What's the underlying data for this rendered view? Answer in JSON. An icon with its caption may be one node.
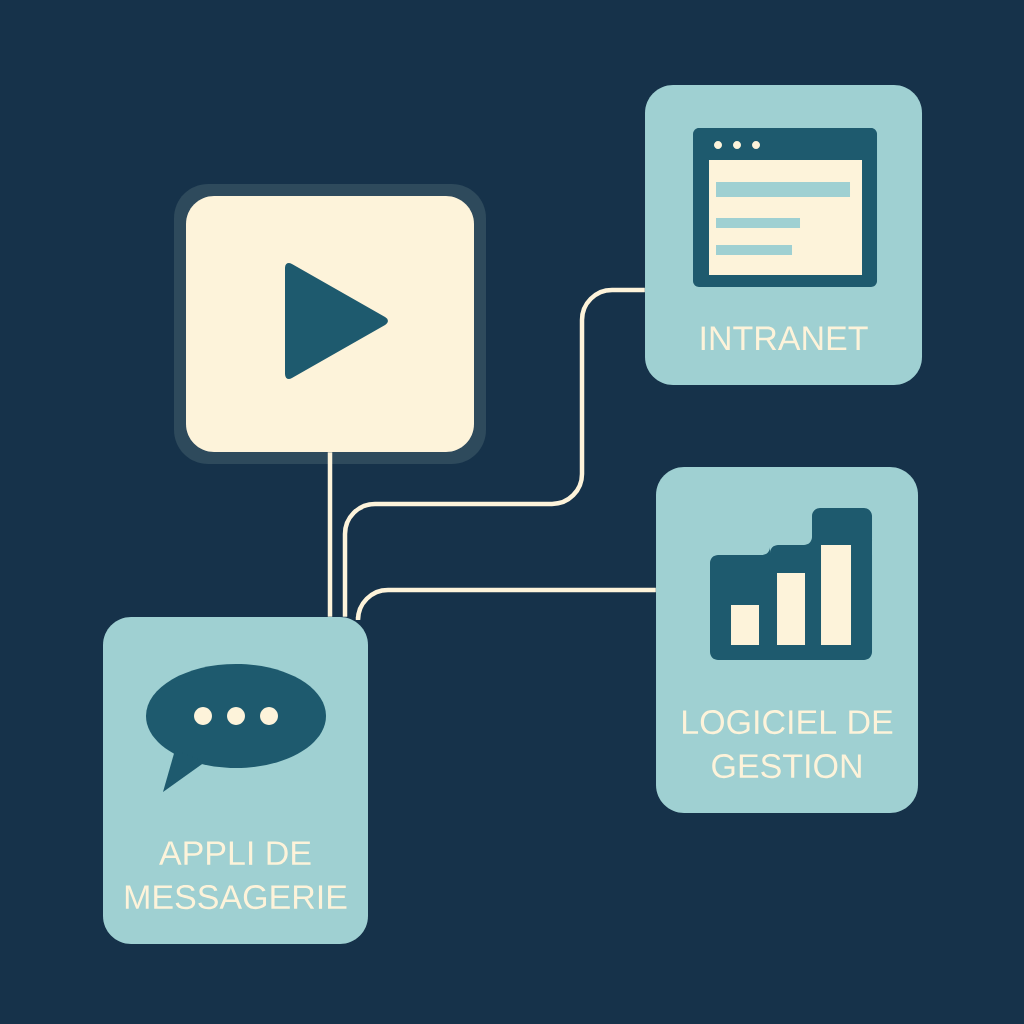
{
  "diagram": {
    "nodes": [
      {
        "text": [],
        "shape": "box"
      },
      {
        "text": [
          "INTRANET"
        ]
      },
      {
        "text": [
          "LOGICIEL DE GESTION"
        ]
      },
      {
        "text": [
          "APPLI DE MESSAGERIE"
        ]
      }
    ],
    "edges": [
      {
        "from": 0,
        "to": 3,
        "arrow": "none"
      },
      {
        "from": 1,
        "to": 3,
        "arrow": "none"
      },
      {
        "from": 2,
        "to": 3,
        "arrow": "none"
      }
    ]
  }
}
